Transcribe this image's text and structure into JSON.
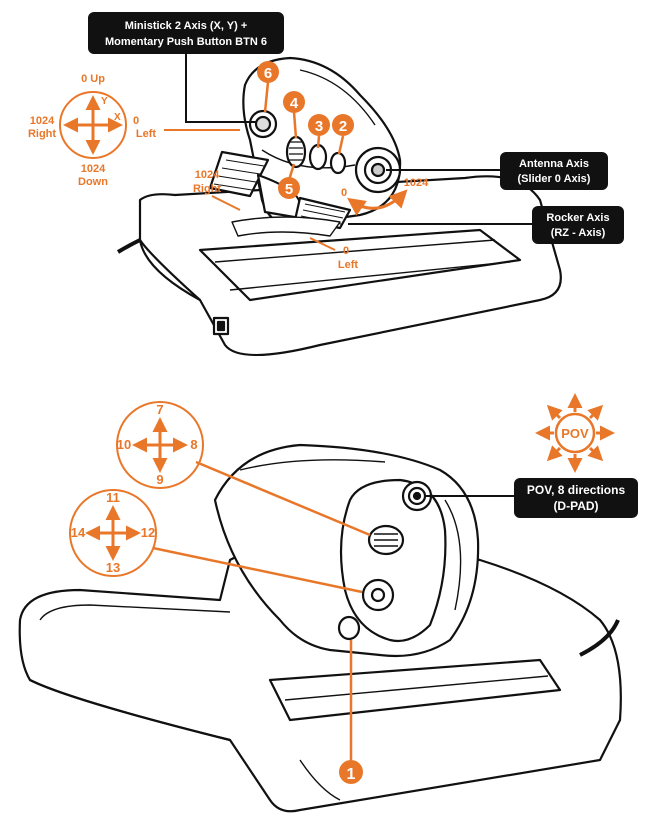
{
  "colors": {
    "accent": "#e9772a",
    "ink": "#111111",
    "label_bg": "#111111",
    "label_text": "#ffffff"
  },
  "callouts": {
    "ministick": {
      "line1": "Ministick 2 Axis (X, Y) +",
      "line2": "Momentary Push Button BTN 6"
    },
    "antenna": {
      "line1": "Antenna Axis",
      "line2": "(Slider 0 Axis)"
    },
    "rocker": {
      "line1": "Rocker Axis",
      "line2": "(RZ - Axis)"
    },
    "pov": {
      "line1": "POV, 8 directions",
      "line2": "(D-PAD)"
    }
  },
  "ministick_axes": {
    "up": "0 Up",
    "y": "Y",
    "x": "X",
    "right_val": "1024",
    "right": "Right",
    "left_val": "0",
    "left": "Left",
    "down_val": "1024",
    "down": "Down"
  },
  "rocker_axes": {
    "right_val": "1024",
    "right": "Right",
    "left_val": "0",
    "left": "Left"
  },
  "antenna_axes": {
    "min": "0",
    "max": "1024"
  },
  "badges": [
    "1",
    "2",
    "3",
    "4",
    "5",
    "6"
  ],
  "hat_upper": {
    "top": "7",
    "right": "8",
    "bottom": "9",
    "left": "10"
  },
  "hat_lower": {
    "top": "11",
    "right": "12",
    "bottom": "13",
    "left": "14"
  },
  "pov_badge": "POV",
  "icons": [
    "directional-cross-icon",
    "pov-compass-icon",
    "numbered-badge-icon"
  ]
}
